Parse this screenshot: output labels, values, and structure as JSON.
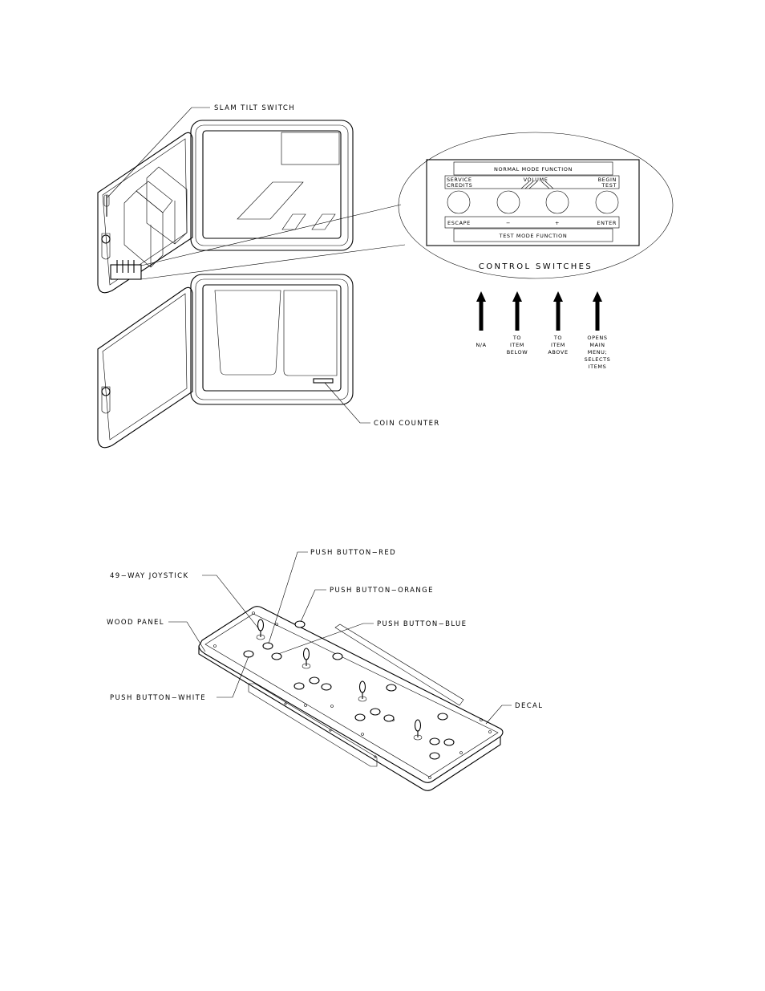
{
  "door_diagram": {
    "slam_tilt_switch": "SLAM TILT SWITCH",
    "coin_counter": "COIN COUNTER"
  },
  "control_panel": {
    "top_header": "NORMAL MODE FUNCTION",
    "bottom_header": "TEST MODE FUNCTION",
    "normal_labels": {
      "service_line1": "SERVICE",
      "service_line2": "CREDITS",
      "volume": "VOLUME",
      "begin_line1": "BEGIN",
      "begin_line2": "TEST"
    },
    "test_labels": {
      "escape": "ESCAPE",
      "minus": "−",
      "plus": "+",
      "enter": "ENTER"
    },
    "caption": "CONTROL SWITCHES"
  },
  "arrow_descriptions": {
    "arrow1": [
      "N/A"
    ],
    "arrow2": [
      "TO",
      "ITEM",
      "BELOW"
    ],
    "arrow3": [
      "TO",
      "ITEM",
      "ABOVE"
    ],
    "arrow4": [
      "OPENS",
      "MAIN",
      "MENU;",
      "SELECTS",
      "ITEMS"
    ]
  },
  "joystick_panel": {
    "push_button_red": "PUSH BUTTON−RED",
    "joystick_49way": "49−WAY JOYSTICK",
    "push_button_orange": "PUSH BUTTON−ORANGE",
    "wood_panel": "WOOD PANEL",
    "push_button_blue": "PUSH BUTTON−BLUE",
    "push_button_white": "PUSH BUTTON−WHITE",
    "decal": "DECAL"
  }
}
